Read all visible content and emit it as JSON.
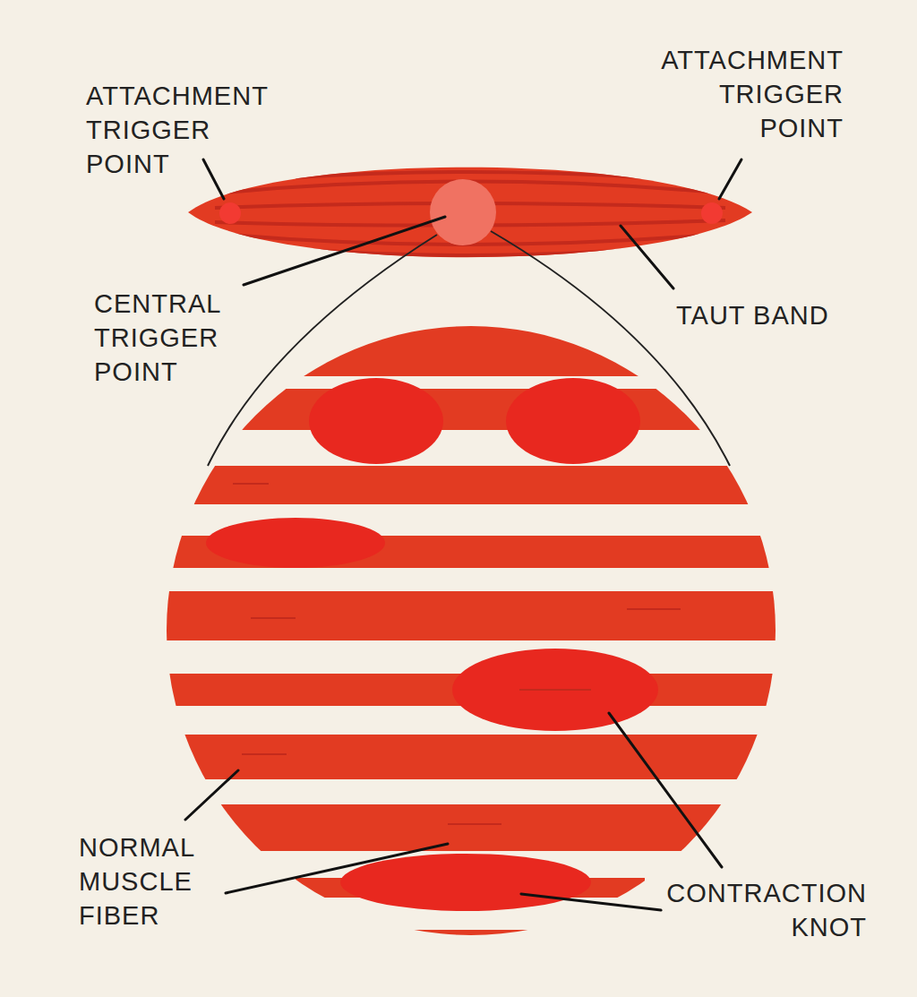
{
  "diagram": {
    "labels": [
      "ATTACHMENT TRIGGER POINT",
      "ATTACHMENT TRIGGER POINT",
      "CENTRAL TRIGGER POINT",
      "TAUT BAND",
      "NORMAL MUSCLE FIBER",
      "CONTRACTION KNOT"
    ]
  }
}
